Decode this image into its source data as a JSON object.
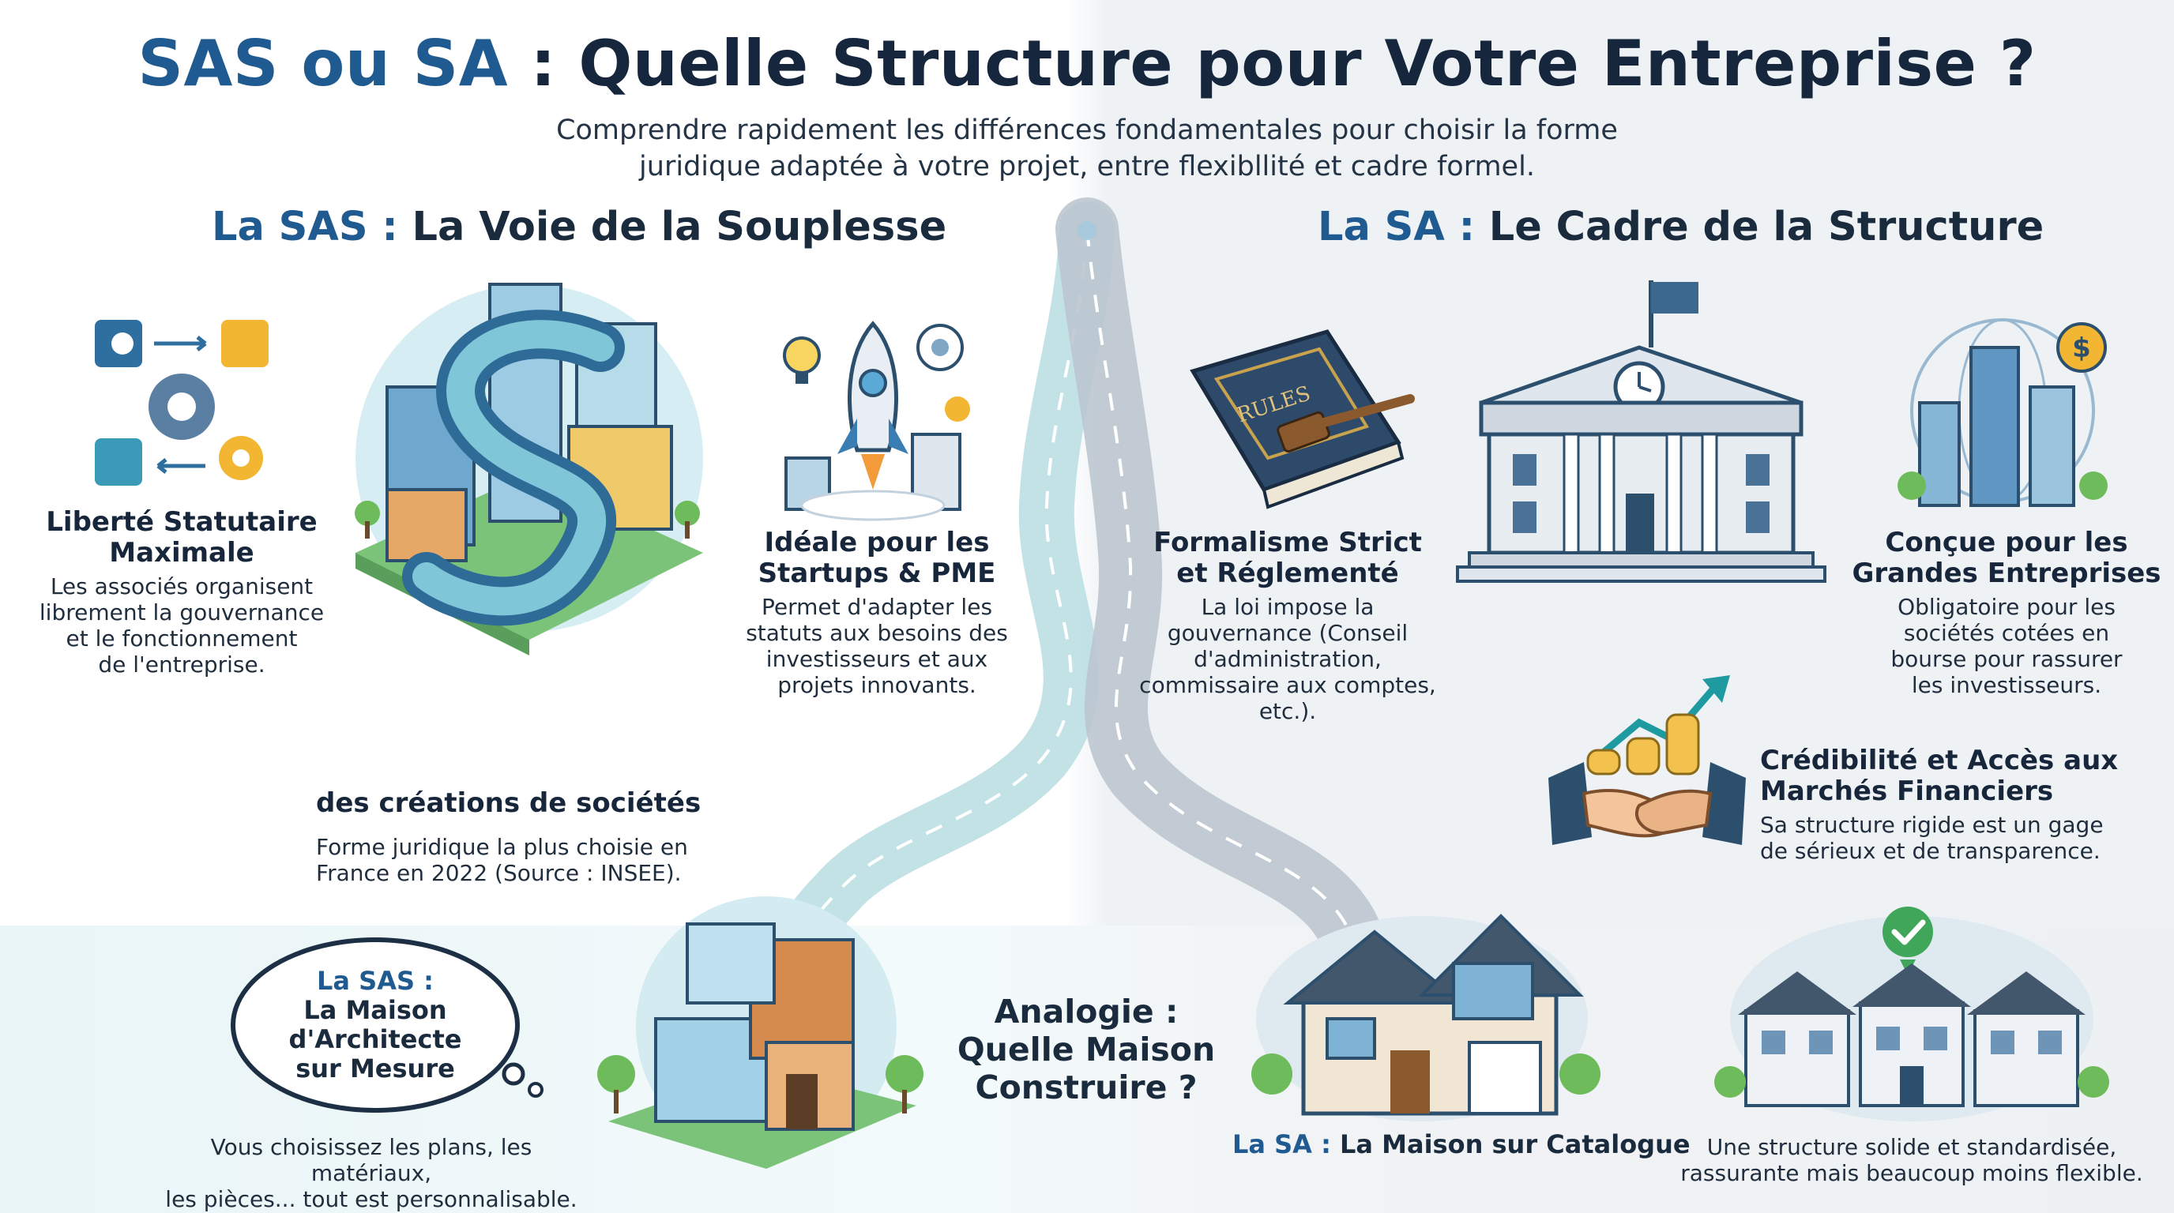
{
  "header": {
    "title_highlight": "SAS ou SA",
    "title_rest": " : Quelle Structure pour Votre Entreprise ?",
    "subtitle_line1": "Comprendre rapidement les différences fondamentales pour choisir la forme",
    "subtitle_line2": "juridique adaptée à votre projet, entre flexibllité et cadre formel."
  },
  "sas": {
    "heading_highlight": "La SAS :",
    "heading_rest": " La Voie de la Souplesse",
    "feature1": {
      "title_line1": "Liberté Statutaire",
      "title_line2": "Maximale",
      "desc_lines": [
        "Les associés organisent",
        "librement la gouvernance",
        "et le fonctionnement",
        "de l'entreprise."
      ]
    },
    "feature2": {
      "title_line1": "Idéale pour les",
      "title_line2": "Startups & PME",
      "desc_lines": [
        "Permet d'adapter les",
        "statuts aux besoins des",
        "investisseurs et aux",
        "projets innovants."
      ]
    },
    "stat": {
      "title": "des créations de sociétés",
      "desc_line1": "Forme juridique la plus choisie en",
      "desc_line2": "France en 2022 (Source : INSEE)."
    },
    "analogy": {
      "bubble_line1": "La SAS :",
      "bubble_line2": "La Maison",
      "bubble_line3": "d'Architecte",
      "bubble_line4": "sur Mesure",
      "desc_line1": "Vous choisissez les plans, les matériaux,",
      "desc_line2": "les pièces... tout est personnalisable."
    }
  },
  "sa": {
    "heading_highlight": "La SA :",
    "heading_rest": " Le Cadre de la Structure",
    "book_label": "RULES",
    "feature1": {
      "title_line1": "Formalisme Strict",
      "title_line2": "et Réglementé",
      "desc_lines": [
        "La loi impose la",
        "gouvernance (Conseil",
        "d'administration,",
        "commissaire aux comptes,",
        "etc.)."
      ]
    },
    "feature2": {
      "title_line1": "Conçue pour les",
      "title_line2": "Grandes Entreprises",
      "desc_lines": [
        "Obligatoire pour les",
        "sociétés cotées en",
        "bourse pour rassurer",
        "les investisseurs."
      ]
    },
    "feature3": {
      "title_line1": "Crédibilité et Accès aux",
      "title_line2": "Marchés Financiers",
      "desc_line1": "Sa structure rigide est un gage",
      "desc_line2": "de sérieux et de transparence."
    },
    "analogy": {
      "label_highlight": "La SA :",
      "label_rest": " La Maison sur Catalogue",
      "desc_line1": "Une structure solide et standardisée,",
      "desc_line2": "rassurante mais beaucoup moins flexible."
    }
  },
  "center": {
    "analogy_line1": "Analogie :",
    "analogy_line2": "Quelle Maison",
    "analogy_line3": "Construire ?"
  },
  "colors": {
    "brand_blue": "#1f5a91",
    "dark_text": "#15263d",
    "road_teal": "#a9d6dc",
    "road_grey": "#b8c3cd"
  }
}
